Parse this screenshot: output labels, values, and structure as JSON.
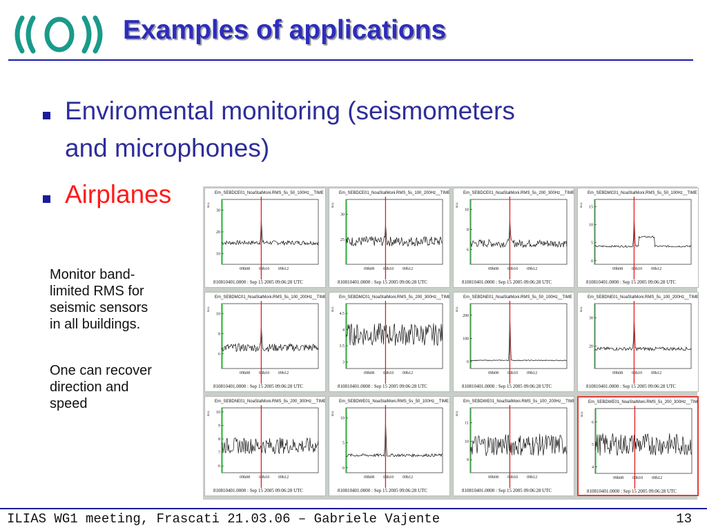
{
  "title": "Examples of applications",
  "bullets": [
    {
      "text": "Enviromental monitoring (seismometers",
      "text2": "and microphones)"
    },
    {
      "text": "Airplanes"
    }
  ],
  "notes": [
    [
      "Monitor band-",
      "limited RMS for",
      "seismic sensors",
      "in all buildings."
    ],
    [
      "One can recover",
      "direction and",
      "speed"
    ]
  ],
  "footer": "ILIAS WG1 meeting, Frascati 21.03.06 – Gabriele Vajente",
  "page_number": "13",
  "colors": {
    "title": "#2d2dbd",
    "rule": "#1b1b9e",
    "highlight": "#ff1a1a"
  },
  "icons": {
    "logo": "ego-logo-icon"
  },
  "chart_data": [
    {
      "type": "line",
      "title": "Em_SEBDCE01_NoaStalMoni.RMS_5s_50_100Hz__TIME",
      "ylabel": "a.u.",
      "yticks": [
        "10",
        "20",
        "30"
      ],
      "ylim": [
        5,
        35
      ],
      "xticks": [
        "09h08",
        "09h10",
        "09h12"
      ],
      "baseline": 15,
      "noise": 1.0,
      "spike": 11,
      "step": 0,
      "footer": "810810401.0000 : Sep 15 2005 09:06:28 UTC",
      "highlight": false
    },
    {
      "type": "line",
      "title": "Em_SEBDCE01_NoaStalMoni.RMS_5s_100_200Hz__TIME",
      "ylabel": "a.u.",
      "yticks": [
        "25",
        "30"
      ],
      "ylim": [
        20,
        33
      ],
      "xticks": [
        "09h08",
        "09h10",
        "09h12"
      ],
      "baseline": 24.6,
      "noise": 1.0,
      "spike": 3.5,
      "step": 0,
      "footer": "810810401.0000 : Sep 15 2005 09:06:28 UTC",
      "highlight": false
    },
    {
      "type": "line",
      "title": "Em_SEBDCE01_NoaStalMoni.RMS_5s_200_300Hz__TIME",
      "ylabel": "a.u.",
      "yticks": [
        "6",
        "8",
        "10"
      ],
      "ylim": [
        4.5,
        11
      ],
      "xticks": [
        "09h08",
        "09h10",
        "09h12"
      ],
      "baseline": 6.6,
      "noise": 0.4,
      "spike": 2.5,
      "step": 0,
      "footer": "810810401.0000 : Sep 15 2005 09:06:28 UTC",
      "highlight": false
    },
    {
      "type": "line",
      "title": "Em_SEBDMC01_NoaStalMoni.RMS_5s_50_100Hz__TIME",
      "ylabel": "a.u.",
      "yticks": [
        "0",
        "5",
        "10",
        "15"
      ],
      "ylim": [
        -1,
        17
      ],
      "xticks": [
        "09h08",
        "09h10",
        "09h12"
      ],
      "baseline": 4,
      "noise": 0.25,
      "spike": 8,
      "step": 2.6,
      "footer": "810810401.0000 : Sep 15 2005 09:06:28 UTC",
      "highlight": false
    },
    {
      "type": "line",
      "title": "Em_SEBDMC01_NoaStalMoni.RMS_5s_100_200Hz__TIME",
      "ylabel": "a.u.",
      "yticks": [
        "6",
        "8",
        "10"
      ],
      "ylim": [
        4.5,
        11
      ],
      "xticks": [
        "09h08",
        "09h10",
        "09h12"
      ],
      "baseline": 6.6,
      "noise": 0.4,
      "spike": 2.2,
      "step": 0,
      "footer": "810810401.0000 : Sep 15 2005 09:06:28 UTC",
      "highlight": false
    },
    {
      "type": "line",
      "title": "Em_SEBDMC01_NoaStalMoni.RMS_5s_200_300Hz__TIME",
      "ylabel": "a.u.",
      "yticks": [
        "3",
        "3.5",
        "4",
        "4.5"
      ],
      "ylim": [
        2.8,
        4.8
      ],
      "xticks": [
        "09h08",
        "09h10",
        "09h12"
      ],
      "baseline": 3.85,
      "noise": 0.35,
      "spike": 0,
      "step": 0,
      "footer": "810810401.0000 : Sep 15 2005 09:06:28 UTC",
      "highlight": false
    },
    {
      "type": "line",
      "title": "Em_SEBDNE01_NoaStalMoni.RMS_5s_50_100Hz__TIME",
      "ylabel": "a.u.",
      "yticks": [
        "0",
        "100",
        "200"
      ],
      "ylim": [
        -30,
        250
      ],
      "xticks": [
        "09h08",
        "09h10",
        "09h12"
      ],
      "baseline": 5,
      "noise": 2,
      "spike": 200,
      "step": 0,
      "footer": "810810401.0000 : Sep 15 2005 09:06:28 UTC",
      "highlight": false
    },
    {
      "type": "line",
      "title": "Em_SEBDNE01_NoaStalMoni.RMS_5s_100_200Hz__TIME",
      "ylabel": "a.u.",
      "yticks": [
        "20",
        "30"
      ],
      "ylim": [
        12,
        35
      ],
      "xticks": [
        "09h08",
        "09h10",
        "09h12"
      ],
      "baseline": 19,
      "noise": 0.6,
      "spike": 11,
      "step": 0,
      "footer": "810810401.0000 : Sep 15 2005 09:06:28 UTC",
      "highlight": false
    },
    {
      "type": "line",
      "title": "Em_SEBDNE01_NoaStalMoni.RMS_5s_200_300Hz__TIME",
      "ylabel": "a.u.",
      "yticks": [
        "6",
        "7",
        "8",
        "9",
        "10"
      ],
      "ylim": [
        5.5,
        10.3
      ],
      "xticks": [
        "09h08",
        "09h10",
        "09h12"
      ],
      "baseline": 7.5,
      "noise": 0.6,
      "spike": 0,
      "step": 0,
      "footer": "810810401.0000 : Sep 15 2005 09:06:28 UTC",
      "highlight": false
    },
    {
      "type": "line",
      "title": "Em_SEBDWE01_NoaStalMoni.RMS_5s_50_100Hz__TIME",
      "ylabel": "a.u.",
      "yticks": [
        "0",
        "5",
        "10"
      ],
      "ylim": [
        -1,
        12
      ],
      "xticks": [
        "09h08",
        "09h10",
        "09h12"
      ],
      "baseline": 2.5,
      "noise": 0.3,
      "spike": 7,
      "step": 0,
      "footer": "810810401.0000 : Sep 15 2005 09:06:28 UTC",
      "highlight": false
    },
    {
      "type": "line",
      "title": "Em_SEBDWE01_NoaStalMoni.RMS_5s_100_200Hz__TIME",
      "ylabel": "a.u.",
      "yticks": [
        "9",
        "10",
        "11"
      ],
      "ylim": [
        8.3,
        11.8
      ],
      "xticks": [
        "09h08",
        "09h10",
        "09h12"
      ],
      "baseline": 9.8,
      "noise": 0.6,
      "spike": 0,
      "step": 0,
      "footer": "810810401.0000 : Sep 15 2005 09:06:28 UTC",
      "highlight": false
    },
    {
      "type": "line",
      "title": "Em_SEBDWE01_NoaStalMoni.RMS_5s_200_300Hz__TIME",
      "ylabel": "a.u.",
      "yticks": [
        "4",
        "5",
        "6"
      ],
      "ylim": [
        3.7,
        6.6
      ],
      "xticks": [
        "09h08",
        "09h10",
        "09h12"
      ],
      "baseline": 5.0,
      "noise": 0.5,
      "spike": 0,
      "step": 0,
      "footer": "810810401.0000 : Sep 15 2005 09:06:28 UTC",
      "highlight": true
    }
  ]
}
